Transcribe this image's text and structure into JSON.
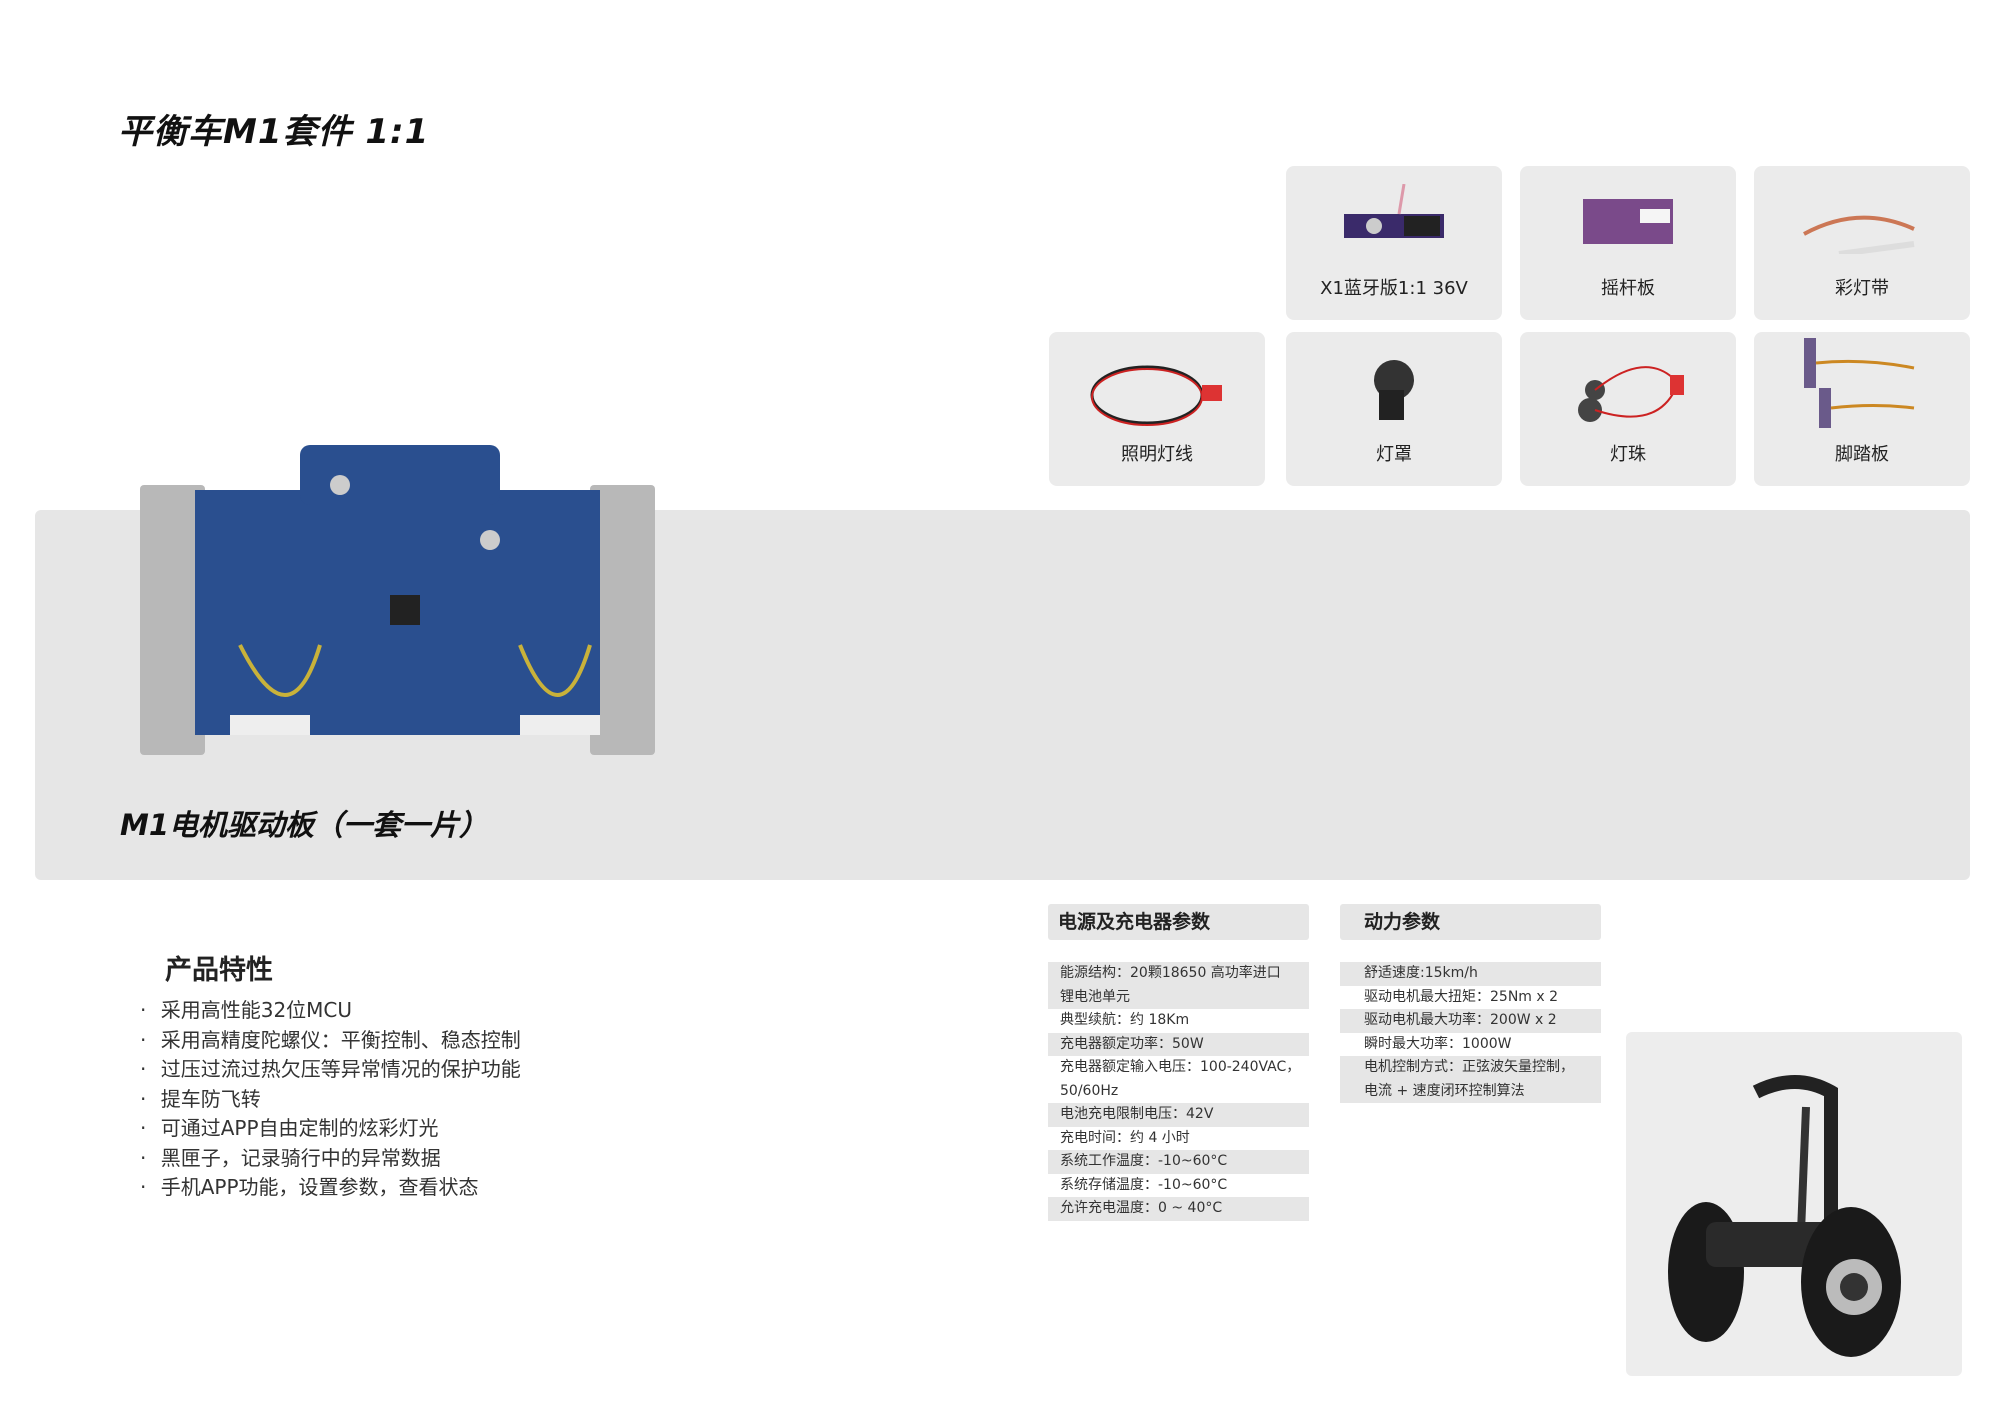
{
  "title": "平衡车M1套件  1:1",
  "accessories": [
    {
      "label": "X1蓝牙版1:1  36V"
    },
    {
      "label": "摇杆板"
    },
    {
      "label": "彩灯带"
    },
    {
      "label": "照明灯线"
    },
    {
      "label": "灯罩"
    },
    {
      "label": "灯珠"
    },
    {
      "label": "脚踏板"
    }
  ],
  "board_label": "M1电机驱动板（一套一片）",
  "features": {
    "heading": "产品特性",
    "items": [
      "采用高性能32位MCU",
      "采用高精度陀螺仪：平衡控制、稳态控制",
      "过压过流过热欠压等异常情况的保护功能",
      "提车防飞转",
      "可通过APP自由定制的炫彩灯光",
      "黑匣子，记录骑行中的异常数据",
      "手机APP功能，设置参数，查看状态"
    ]
  },
  "power_specs": {
    "heading": "电源及充电器参数",
    "rows": [
      "能源结构：20颗18650 高功率进口",
      "锂电池单元",
      "典型续航：约 18Km",
      "充电器额定功率：50W",
      "充电器额定输入电压：100-240VAC，",
      "50/60Hz",
      "电池充电限制电压：42V",
      "充电时间：约 4 小时",
      "系统工作温度：-10~60°C",
      "系统存储温度：-10~60°C",
      "允许充电温度：0 ~ 40°C"
    ]
  },
  "drive_specs": {
    "heading": "动力参数",
    "rows": [
      "舒适速度:15km/h",
      "驱动电机最大扭矩：25Nm x 2",
      "驱动电机最大功率：200W x 2",
      "瞬时最大功率：1000W",
      "电机控制方式：正弦波矢量控制，",
      "电流 + 速度闭环控制算法"
    ]
  }
}
